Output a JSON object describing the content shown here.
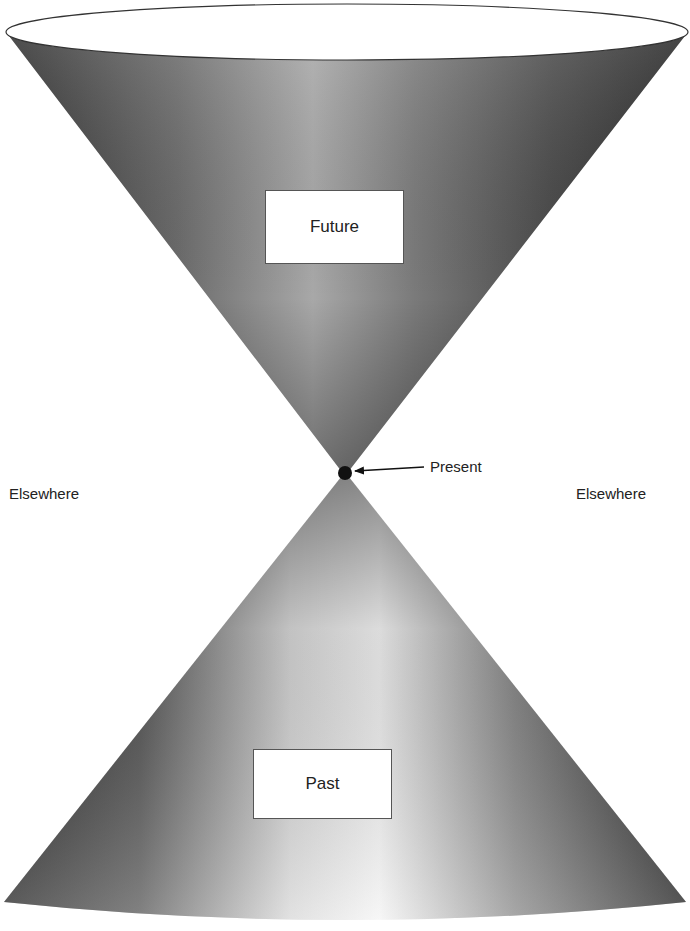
{
  "diagram": {
    "nodes": [
      {
        "text": [
          "Future"
        ]
      },
      {
        "text": [
          "Past"
        ]
      }
    ],
    "labels": [
      "Present",
      "Elsewhere",
      "Elsewhere"
    ]
  }
}
